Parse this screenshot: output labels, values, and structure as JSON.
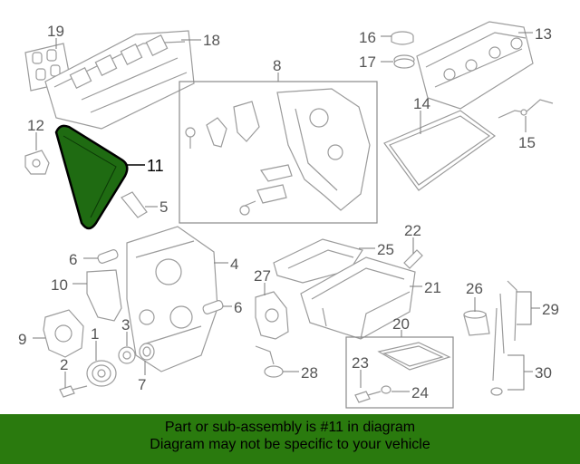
{
  "diagram": {
    "highlight_color": "#1f6b12",
    "callouts": [
      "19",
      "18",
      "16",
      "13",
      "17",
      "8",
      "12",
      "14",
      "15",
      "11",
      "5",
      "22",
      "6",
      "25",
      "4",
      "27",
      "21",
      "10",
      "26",
      "29",
      "6",
      "3",
      "9",
      "1",
      "20",
      "2",
      "7",
      "23",
      "28",
      "24",
      "30"
    ]
  },
  "banner": {
    "background": "#2a7a0e",
    "line1": "Part or sub-assembly is #11 in diagram",
    "line2": "Diagram may not be specific to your vehicle"
  }
}
